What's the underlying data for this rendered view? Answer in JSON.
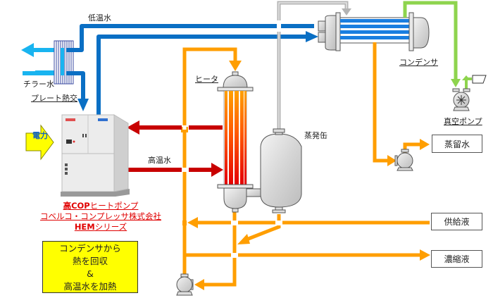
{
  "colors": {
    "cold_water": "#0a6fc4",
    "chiller_water": "#19b4f0",
    "hot_water": "#c80000",
    "process_liquid": "#ff9e00",
    "steam": "#b4b4b4",
    "vacuum": "#8ed44e",
    "note_bg": "#ffff00",
    "maker_text": "#e00000",
    "power_arrow": "#ffff00"
  },
  "labels": {
    "low_temp_water": "低温水",
    "chiller_water": "チラー水",
    "plate_hx": "プレート熱交",
    "heater": "ヒータ",
    "evaporator": "蒸発缶",
    "condenser": "コンデンサ",
    "vacuum_pump": "真空ポンプ",
    "high_temp_water": "高温水",
    "power": "電力"
  },
  "boxes": {
    "distilled_water": "蒸留水",
    "feed_liquid": "供給液",
    "concentrate": "濃縮液"
  },
  "maker": {
    "line1_bold": "高COP",
    "line1_rest": "ヒートポンプ",
    "line2": "コベルコ・コンプレッサ株式会社",
    "line3_bold": "HEM",
    "line3_rest": "シリーズ"
  },
  "note": {
    "line1": "コンデンサから",
    "line2": "熱を回収",
    "line3": "&",
    "line4": "高温水を加熱"
  },
  "icons": {
    "heat_pump_unit": "heat-pump-machine",
    "plate_heat_exchanger": "plate-hx",
    "heater": "shell-tube-heater",
    "evaporator": "vessel",
    "condenser": "shell-tube-condenser",
    "vacuum_pump": "vacuum-pump",
    "pumps": "centrifugal-pump"
  }
}
